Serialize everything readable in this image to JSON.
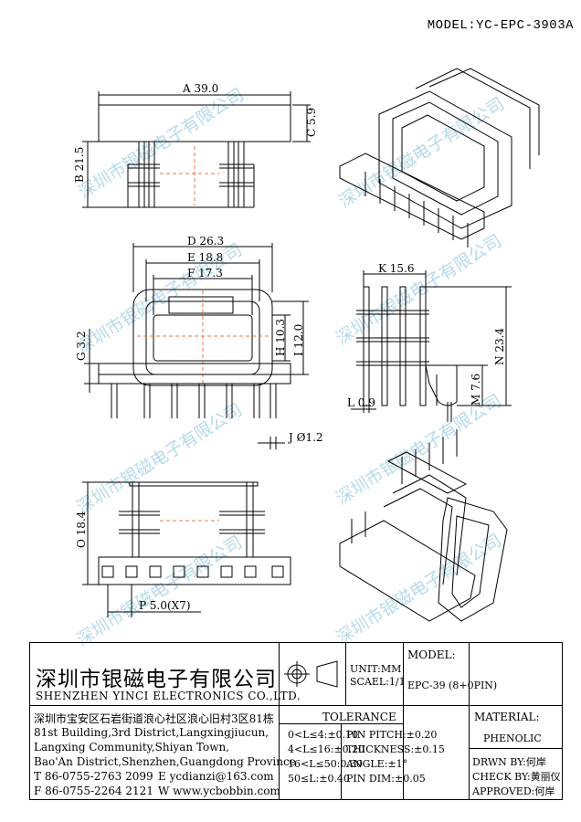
{
  "header": {
    "model": "MODEL:YC-EPC-3903A"
  },
  "watermark": {
    "text": "深圳市银磁电子有限公司"
  },
  "dimensions": {
    "A": "A 39.0",
    "B": "B 21.5",
    "C": "C 5.9",
    "D": "D 26.3",
    "E": "E 18.8",
    "F": "F 17.3",
    "G": "G 3.2",
    "H": "H 10.3",
    "I": "I 12.0",
    "J": "J Ø1.2",
    "K": "K 15.6",
    "L": "L 0.9",
    "M": "M 7.6",
    "N": "N 23.4",
    "O": "O 18.4",
    "P": "P 5.0(X7)"
  },
  "company": {
    "name_cn": "深圳市银磁电子有限公司",
    "name_en": "SHENZHEN YINCI ELECTRONICS CO.,LTD.",
    "address_cn": "深圳市宝安区石岩街道浪心社区浪心旧村3区81栋",
    "address_en_1": "81st Building,3rd District,Langxingjiucun,",
    "address_en_2": "Langxing Community,Shiyan Town,",
    "address_en_3": "Bao'An District,Shenzhen,Guangdong Province",
    "tel": "T 86-0755-2763 2099",
    "email": "E ycdianzi@163.com",
    "fax": "F 86-0755-2264 2121",
    "web": "W www.ycbobbin.com"
  },
  "specs": {
    "unit": "UNIT:MM",
    "scale": "SCAEL:1/1",
    "model_label": "MODEL:",
    "model_value": "EPC-39 (8+0PIN)",
    "tolerance_title": "TOLERANCE",
    "tol_rows": [
      "0<L≤4:±0.10",
      "4<L≤16:±0.20",
      "16<L≤50:0.30",
      "50≤L:±0.40"
    ],
    "tol_rows2": [
      "PIN PITCH:±0.20",
      "THICKNESS:±0.15",
      "ANGLE:±1°",
      "PIN DIM:±0.05"
    ],
    "material_label": "MATERIAL:",
    "material_value": "PHENOLIC",
    "drawn": "DRWN BY:何岸",
    "check": "CHECK BY:黄丽仪",
    "approved": "APPROVED:何岸"
  }
}
